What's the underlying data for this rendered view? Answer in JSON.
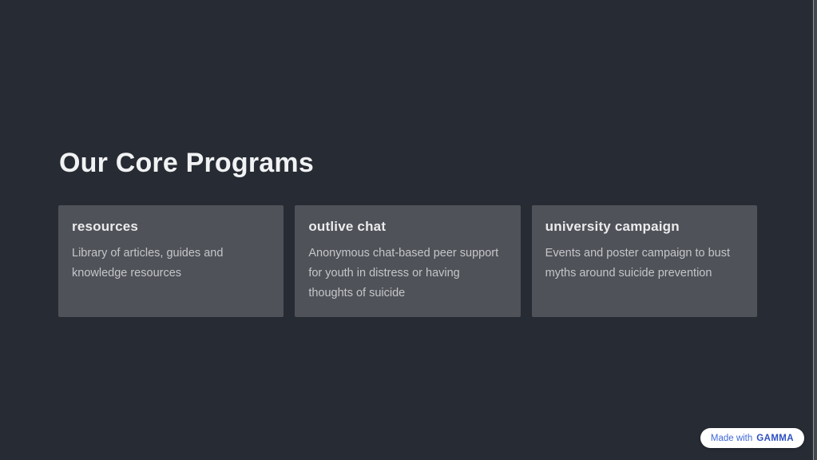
{
  "slide": {
    "title": "Our Core Programs",
    "cards": [
      {
        "heading": "resources",
        "description": "Library of articles, guides and knowledge resources"
      },
      {
        "heading": "outlive chat",
        "description": "Anonymous chat-based peer support for youth in distress or having thoughts of suicide"
      },
      {
        "heading": "university campaign",
        "description": "Events and poster campaign to bust myths around suicide prevention"
      }
    ]
  },
  "badge": {
    "prefix_label": "Made with",
    "brand_label": "GAMMA"
  },
  "colors": {
    "bg": "#272b33",
    "card": "#4f5258",
    "title": "#f1f2f3",
    "card-heading": "#eaebec",
    "card-body": "#c4c6c9",
    "badge-bg": "#ffffff",
    "badge-text": "#4169d8",
    "badge-brand": "#2d4fc0",
    "edge-line": "#92969c",
    "edge-strip": "#43474e"
  }
}
